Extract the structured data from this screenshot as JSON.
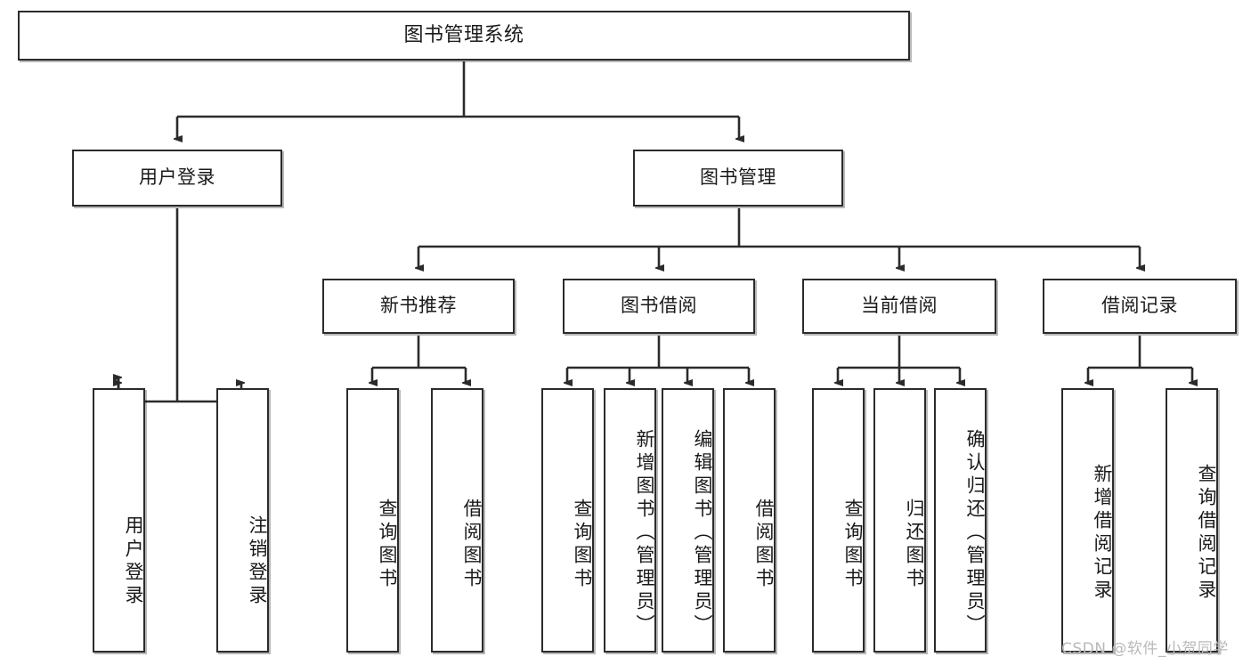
{
  "diagram": {
    "type": "tree",
    "title": "图书管理系统",
    "root": {
      "label": "图书管理系统"
    },
    "level2": [
      {
        "label": "用户登录"
      },
      {
        "label": "图书管理"
      }
    ],
    "level3": [
      {
        "label": "新书推荐"
      },
      {
        "label": "图书借阅"
      },
      {
        "label": "当前借阅"
      },
      {
        "label": "借阅记录"
      }
    ],
    "leaves": {
      "user_login": [
        {
          "label": "用户登录"
        },
        {
          "label": "注销登录"
        }
      ],
      "new_book_recommend": [
        {
          "label": "查询图书"
        },
        {
          "label": "借阅图书"
        }
      ],
      "book_borrow": [
        {
          "label": "查询图书"
        },
        {
          "label": "新增图书（管理员）"
        },
        {
          "label": "编辑图书（管理员）"
        },
        {
          "label": "借阅图书"
        }
      ],
      "current_borrow": [
        {
          "label": "查询图书"
        },
        {
          "label": "归还图书"
        },
        {
          "label": "确认归还（管理员）"
        }
      ],
      "borrow_record": [
        {
          "label": "新增借阅记录"
        },
        {
          "label": "查询借阅记录"
        }
      ]
    }
  },
  "watermark": {
    "text": "CSDN @软件_小贺同学"
  },
  "colors": {
    "stroke": "#2b2b2b",
    "box_fill": "#ffffff",
    "text": "#1a1a1a",
    "watermark": "#b9b9b9"
  }
}
